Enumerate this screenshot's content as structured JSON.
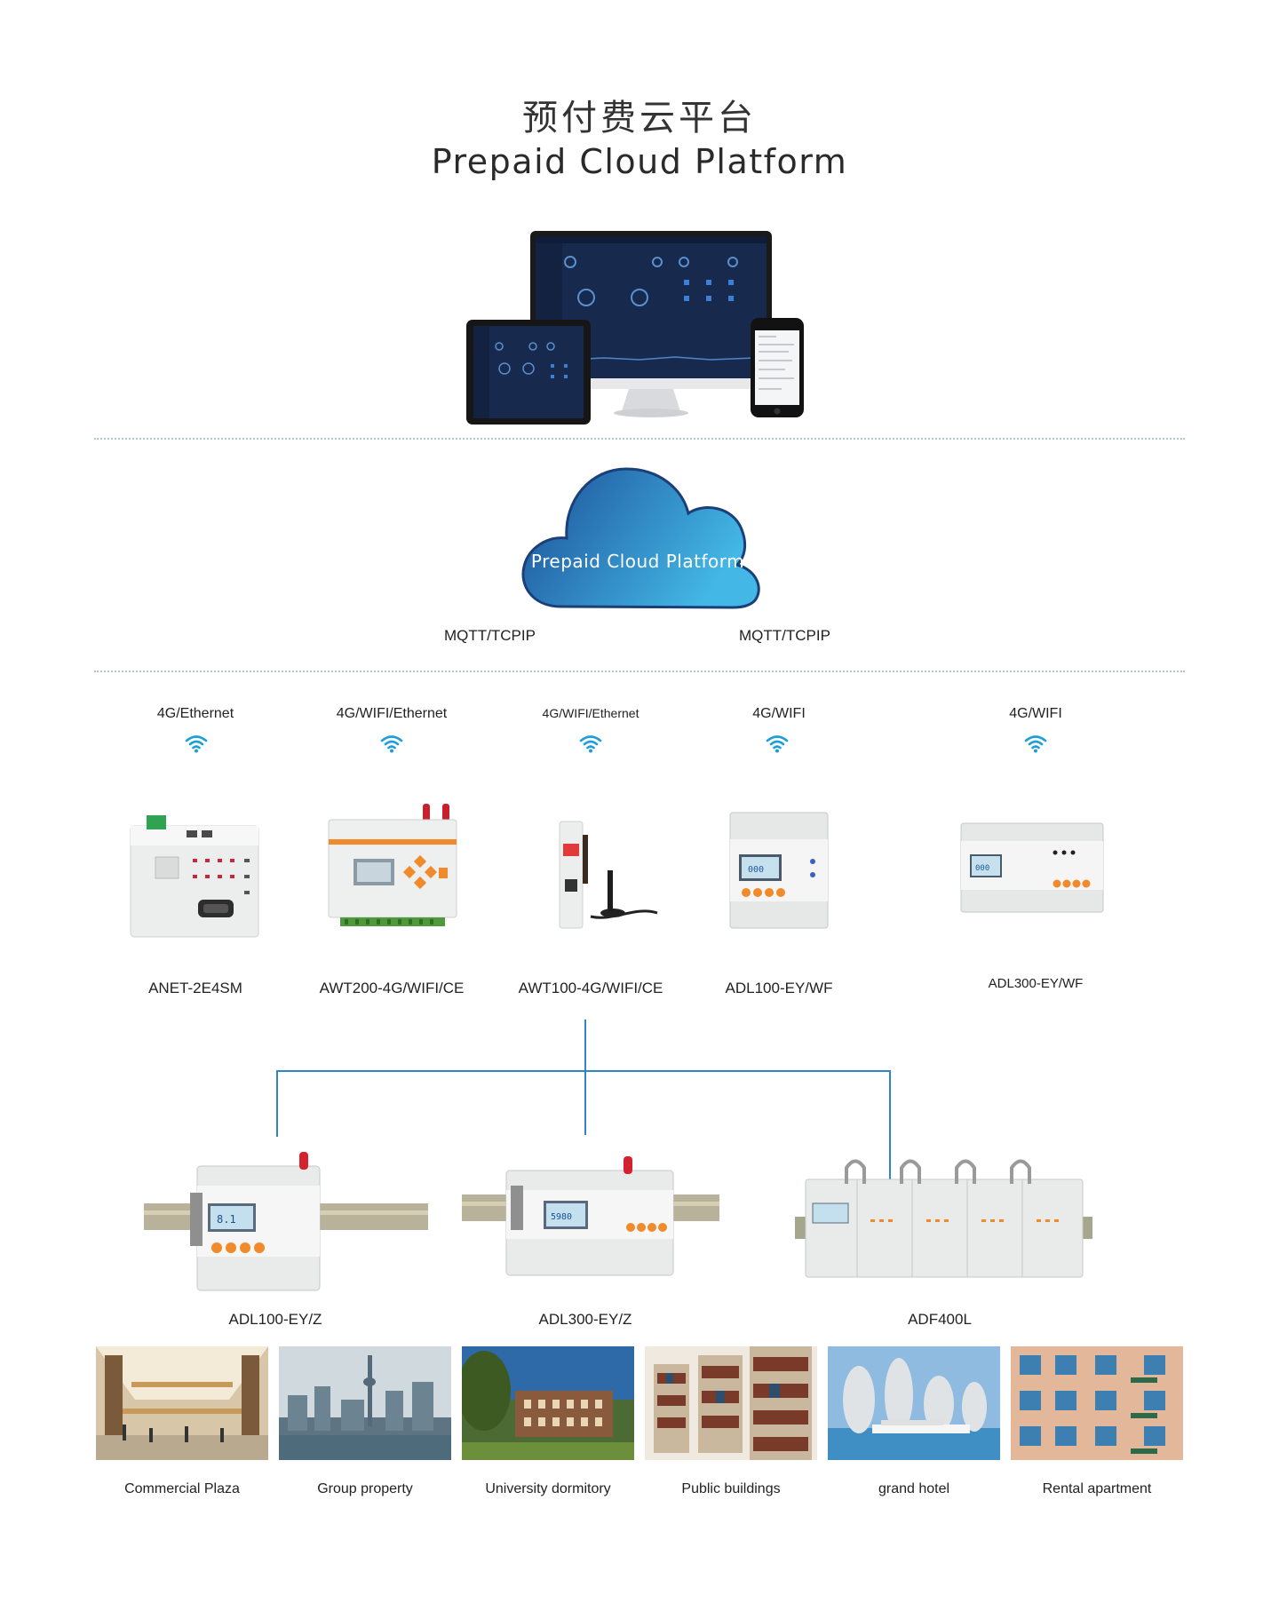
{
  "title_cn": "预付费云平台",
  "title_en": "Prepaid Cloud Platform",
  "cloud_label": "Prepaid Cloud Platform",
  "protocols": [
    "MQTT/TCPIP",
    "MQTT/TCPIP"
  ],
  "gateways": [
    {
      "connectivity": "4G/Ethernet",
      "model": "ANET-2E4SM"
    },
    {
      "connectivity": "4G/WIFI/Ethernet",
      "model": "AWT200-4G/WIFI/CE"
    },
    {
      "connectivity": "4G/WIFI/Ethernet",
      "model": "AWT100-4G/WIFI/CE"
    },
    {
      "connectivity": "4G/WIFI",
      "model": "ADL100-EY/WF"
    },
    {
      "connectivity": "4G/WIFI",
      "model": "ADL300-EY/WF"
    }
  ],
  "meters": [
    {
      "model": "ADL100-EY/Z"
    },
    {
      "model": "ADL300-EY/Z"
    },
    {
      "model": "ADF400L"
    }
  ],
  "scenarios": [
    {
      "label": "Commercial Plaza"
    },
    {
      "label": "Group property"
    },
    {
      "label": "University dormitory"
    },
    {
      "label": "Public buildings"
    },
    {
      "label": "grand hotel"
    },
    {
      "label": "Rental apartment"
    }
  ],
  "icons": [
    "monitor-icon",
    "tablet-icon",
    "phone-icon",
    "cloud-icon",
    "wifi-icon"
  ],
  "colors": {
    "accent": "#2e86c7",
    "wifi": "#1e9fdc",
    "cloud_dark": "#1c4f97",
    "cloud_light": "#43b8e6",
    "dotted": "#a9c6dd"
  }
}
